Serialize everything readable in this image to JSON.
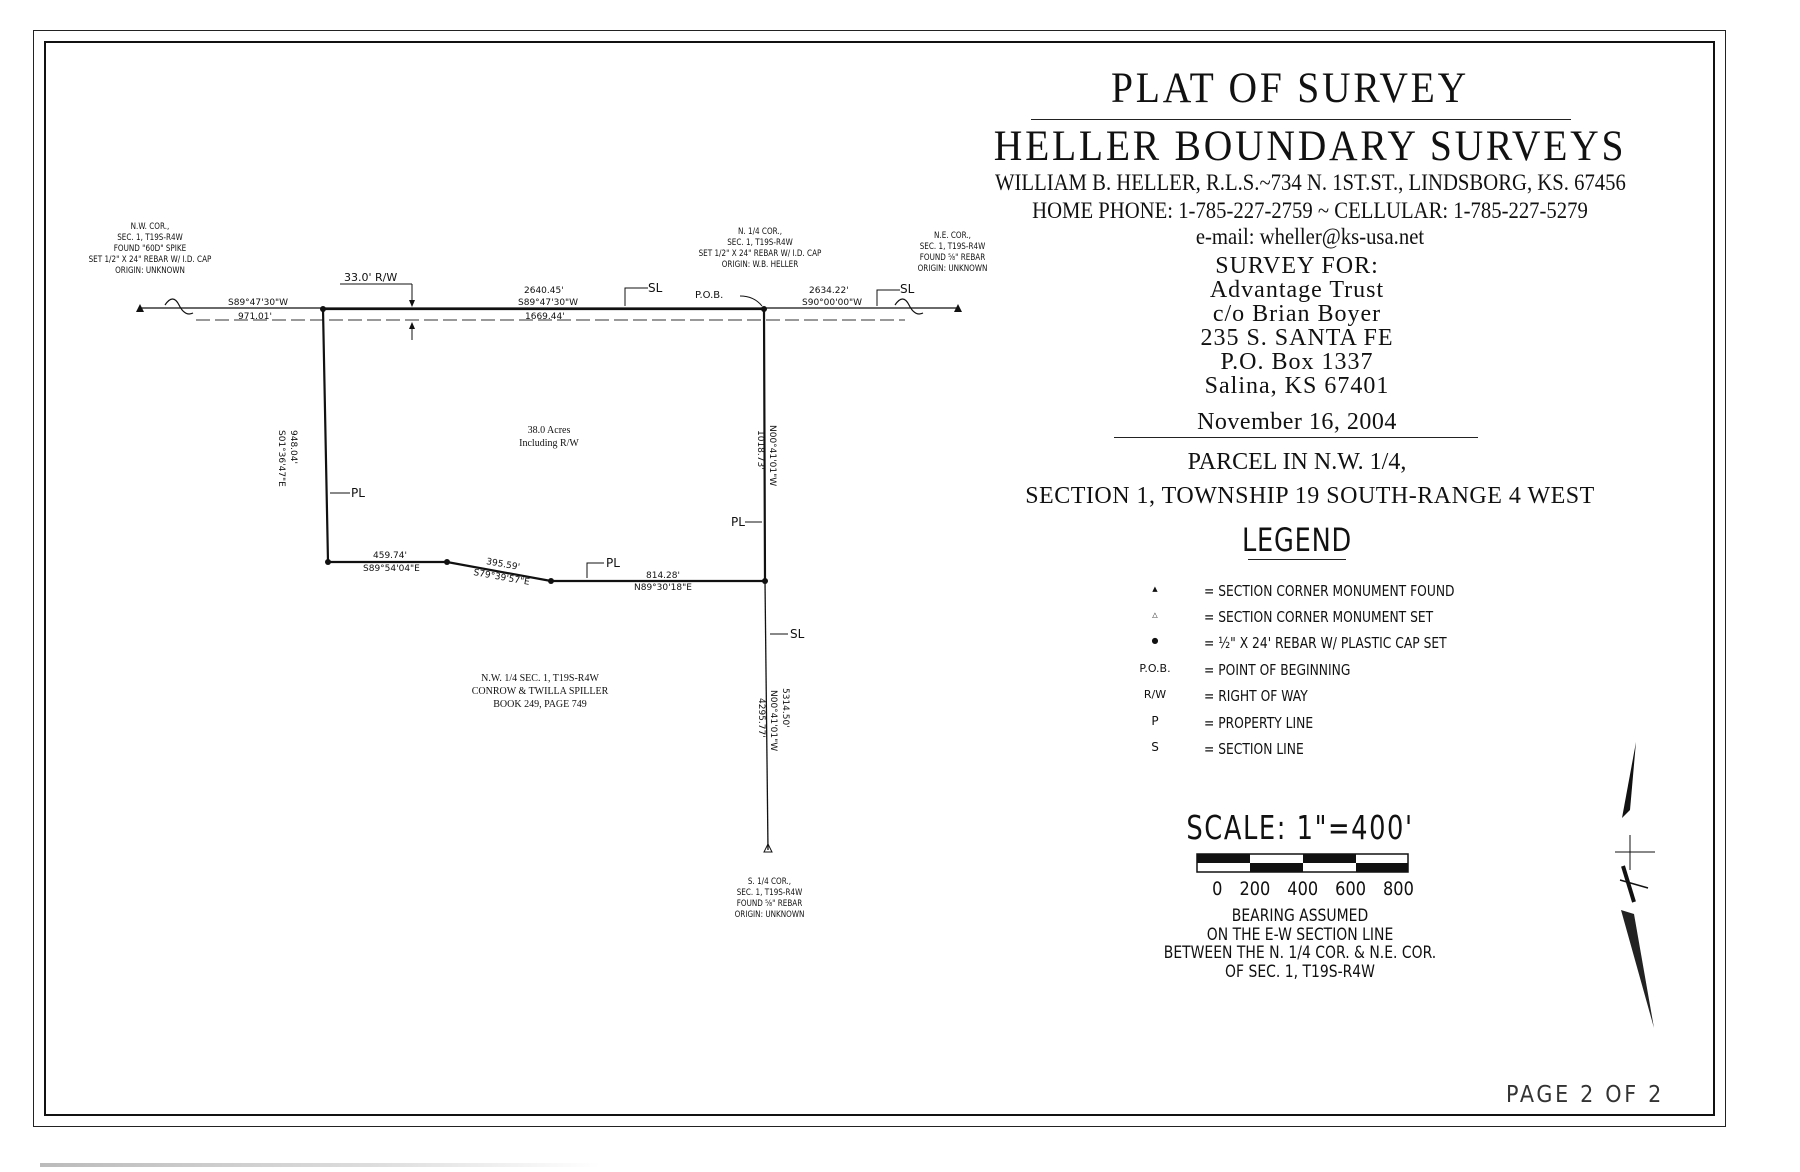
{
  "title": "PLAT OF SURVEY",
  "company": {
    "name": "HELLER BOUNDARY SURVEYS",
    "owner_line": "WILLIAM B. HELLER, R.L.S.~734 N. 1ST.ST., LINDSBORG, KS. 67456",
    "phone_line": "HOME PHONE: 1-785-227-2759 ~ CELLULAR: 1-785-227-5279",
    "email_line": "e-mail: wheller@ks-usa.net"
  },
  "client": {
    "heading": "SURVEY FOR:",
    "line1": "Advantage Trust",
    "line2": "c/o Brian Boyer",
    "line3": "235 S. SANTA FE",
    "line4": "P.O. Box 1337",
    "line5": "Salina, KS 67401"
  },
  "date": "November 16, 2004",
  "parcel": {
    "line1": "PARCEL IN N.W. 1/4,",
    "line2": "SECTION 1, TOWNSHIP 19 SOUTH-RANGE 4 WEST"
  },
  "legend": {
    "title": "LEGEND",
    "items": [
      {
        "symbol": "▲",
        "text": "= SECTION CORNER MONUMENT FOUND"
      },
      {
        "symbol": "△",
        "text": "= SECTION CORNER MONUMENT SET"
      },
      {
        "symbol": "●",
        "text": "= ½\" X 24' REBAR W/ PLASTIC CAP SET"
      },
      {
        "symbol": "P.O.B.",
        "text": "= POINT OF BEGINNING"
      },
      {
        "symbol": "R/W",
        "text": "= RIGHT OF WAY"
      },
      {
        "symbol": "P",
        "text": "= PROPERTY LINE"
      },
      {
        "symbol": "S",
        "text": "= SECTION LINE"
      }
    ]
  },
  "scale": {
    "title": "SCALE: 1\"=400'",
    "ticks": "0 200 400 600 800"
  },
  "bearing_note": {
    "line1": "BEARING ASSUMED",
    "line2": "ON THE E-W SECTION LINE",
    "line3": "BETWEEN THE N. 1/4 COR. & N.E. COR.",
    "line4": "OF SEC. 1, T19S-R4W"
  },
  "page": "PAGE 2 OF 2",
  "plat": {
    "nw_corner": [
      "N.W. COR.,",
      "SEC. 1, T19S-R4W",
      "FOUND \"60D\" SPIKE",
      "SET 1/2\" X 24\" REBAR W/ I.D. CAP",
      "ORIGIN: UNKNOWN"
    ],
    "n_quarter": [
      "N. 1/4 COR.,",
      "SEC. 1, T19S-R4W",
      "SET 1/2\" X 24\" REBAR W/ I.D. CAP",
      "ORIGIN: W.B. HELLER"
    ],
    "ne_corner": [
      "N.E. COR.,",
      "SEC. 1, T19S-R4W",
      "FOUND ⅝\" REBAR",
      "ORIGIN: UNKNOWN"
    ],
    "s_quarter": [
      "S. 1/4 COR.,",
      "SEC. 1, T19S-R4W",
      "FOUND ⅝\" REBAR",
      "ORIGIN: UNKNOWN"
    ],
    "row_label": "33.0' R/W",
    "pob": "P.O.B.",
    "dim_west_bearing": "S89°47'30\"W",
    "dim_west_dist": "971.01'",
    "dim_mid_dist": "2640.45'",
    "dim_mid_bearing": "S89°47'30\"W",
    "dim_mid_dist2": "1669.44'",
    "dim_east_dist": "2634.22'",
    "dim_east_bearing": "S90°00'00\"W",
    "west_side_bearing": "S01°36'47\"E",
    "west_side_dist": "948.04'",
    "east_side_dist": "1018.73'",
    "east_side_bearing": "N00°41'01\"W",
    "south1_dist": "459.74'",
    "south1_bearing": "S89°54'04\"E",
    "south2_dist": "395.59'",
    "south2_bearing": "S79°39'57\"E",
    "south3_dist": "814.28'",
    "south3_bearing": "N89°30'18\"E",
    "center_dist": "4295.77'",
    "center_bearing": "N00°41'01\"W",
    "center_dist2": "5314.50'",
    "area_line1": "38.0 Acres",
    "area_line2": "Including R/W",
    "owner_line1": "N.W. 1/4 SEC. 1, T19S-R4W",
    "owner_line2": "CONROW & TWILLA SPILLER",
    "owner_line3": "BOOK 249, PAGE 749",
    "pl_mark": "PL",
    "sl_mark": "SL"
  }
}
